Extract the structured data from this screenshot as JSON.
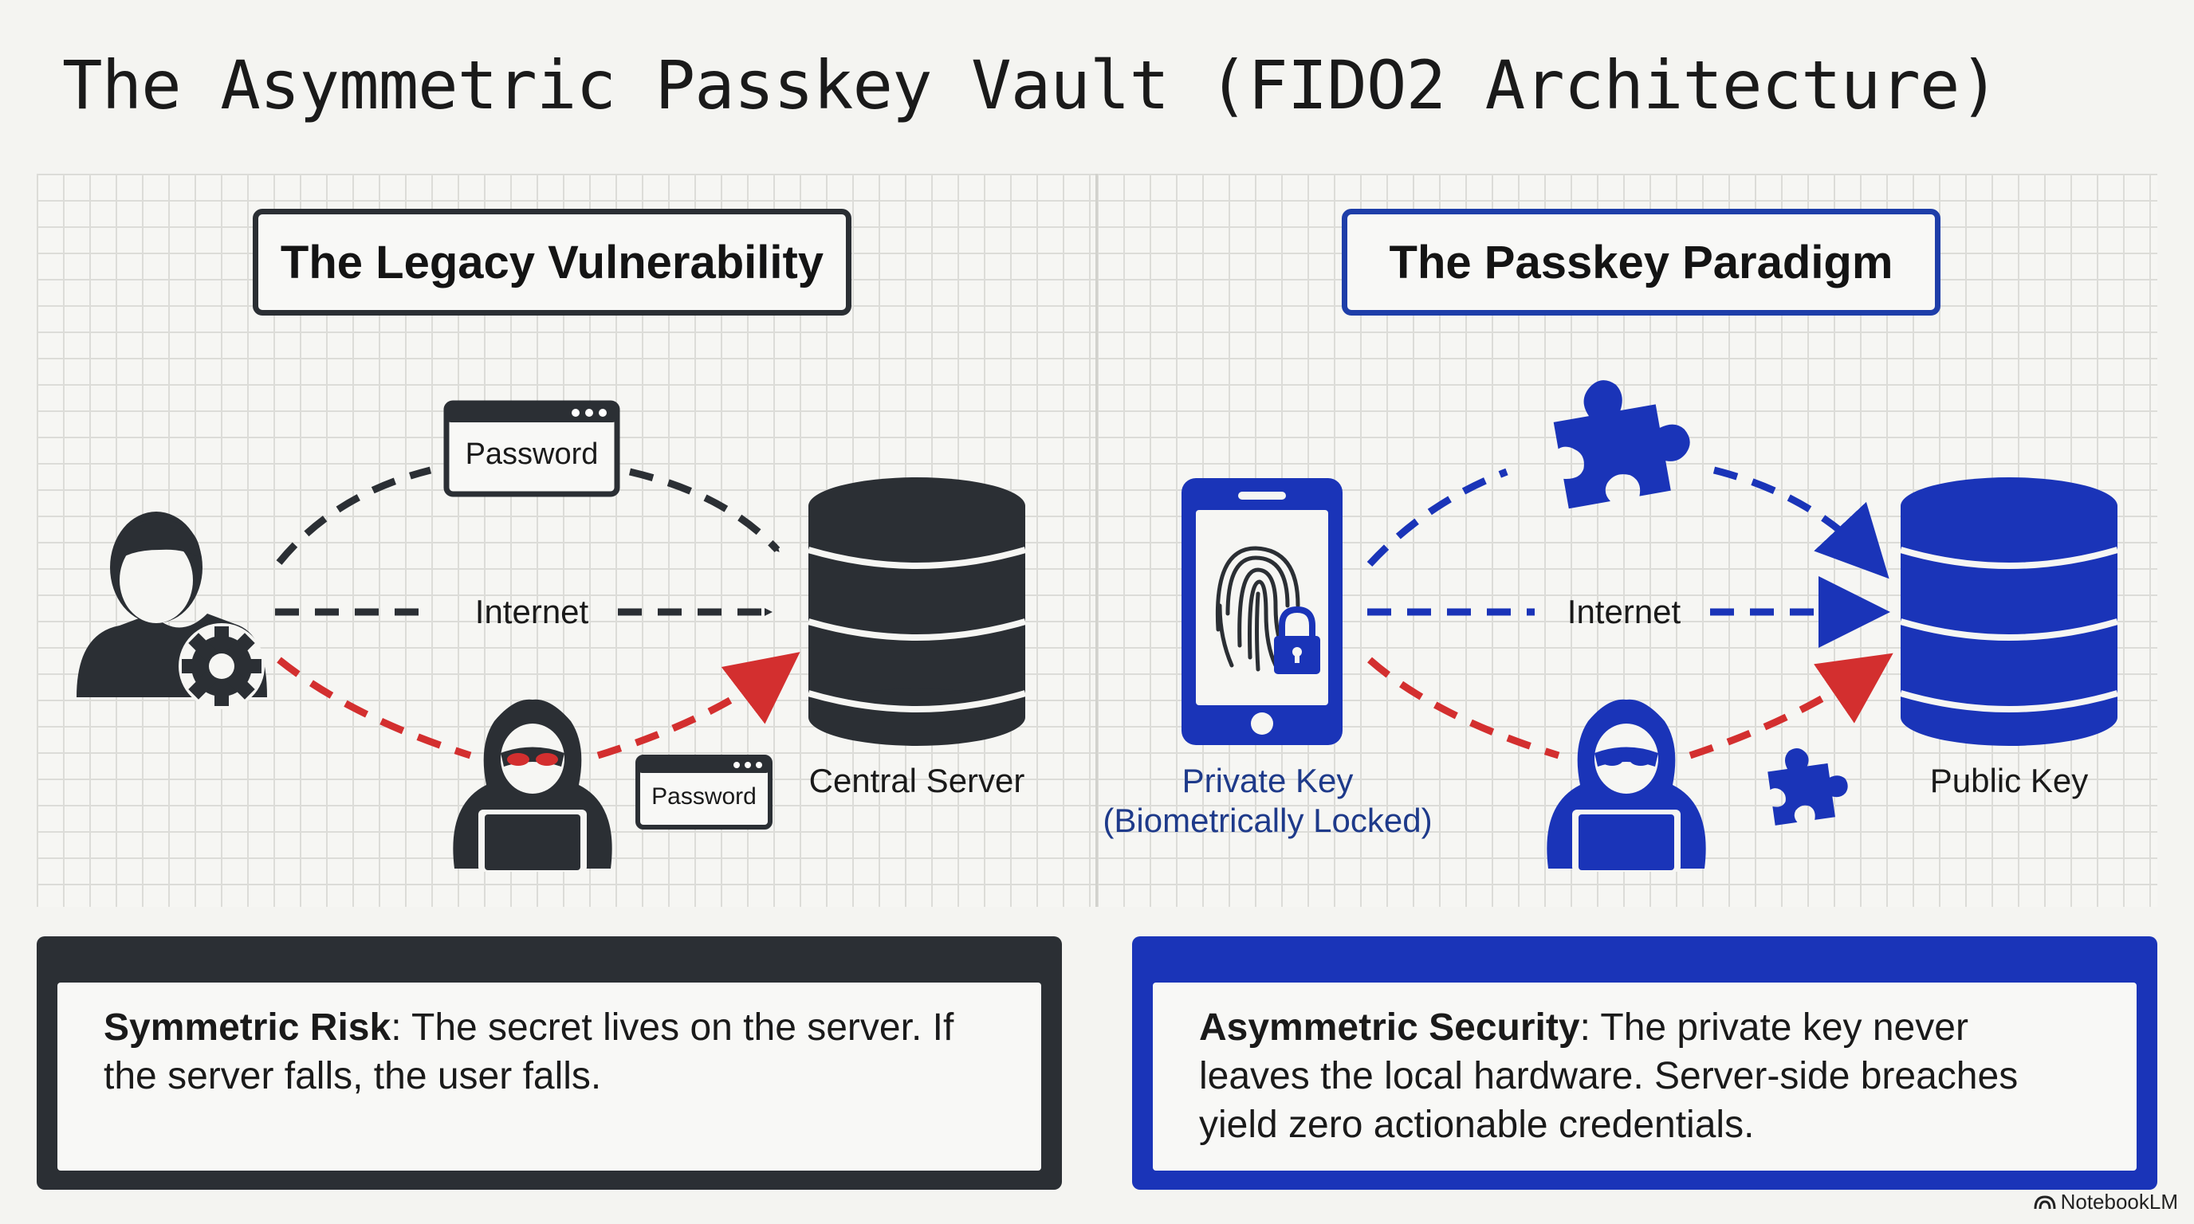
{
  "title": "The Asymmetric Passkey Vault (FIDO2 Architecture)",
  "left_panel": {
    "heading": "The Legacy Vulnerability",
    "password_window_label": "Password",
    "stolen_password_label": "Password",
    "internet_label": "Internet",
    "server_label": "Central Server",
    "callout_term": "Symmetric Risk",
    "callout_text": ": The secret lives on the server. If the server falls, the user falls."
  },
  "right_panel": {
    "heading": "The Passkey Paradigm",
    "internet_label": "Internet",
    "private_key_label": "Private Key",
    "private_key_sub": "(Biometrically Locked)",
    "public_key_label": "Public Key",
    "callout_term": "Asymmetric Security",
    "callout_text": ": The private key never leaves the local hardware. Server-side breaches yield zero actionable credentials."
  },
  "brand": "NotebookLM",
  "colors": {
    "dark": "#2b2f34",
    "blue": "#1a34b8",
    "red": "#d32f2f",
    "navy_text": "#1e3a8a"
  },
  "icons": [
    "user-gear-icon",
    "hacker-icon",
    "database-icon",
    "smartphone-fingerprint-icon",
    "padlock-icon",
    "puzzle-piece-icon",
    "notebooklm-logo-icon"
  ]
}
